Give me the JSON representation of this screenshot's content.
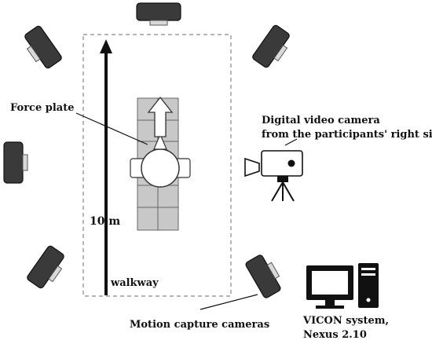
{
  "labels": {
    "force_plate": "Force plate",
    "video_camera_line1": "Digital video camera",
    "video_camera_line2": "from the participants' right side",
    "distance": "10 m",
    "walkway": "walkway",
    "motion_capture": "Motion capture cameras",
    "vicon_line1": "VICON system,",
    "vicon_line2": "Nexus 2.10"
  },
  "colors": {
    "camera_body": "#3a3a3a",
    "camera_lens": "#d9d9d9",
    "force_plate": "#c8c8c8",
    "outline": "#111111",
    "walkway_border": "#888888"
  }
}
